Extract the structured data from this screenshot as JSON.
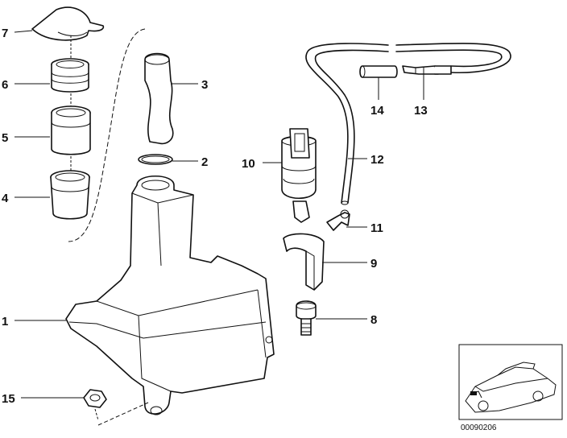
{
  "diagram": {
    "reference_number": "00090206",
    "callouts": [
      "1",
      "2",
      "3",
      "4",
      "5",
      "6",
      "7",
      "8",
      "9",
      "10",
      "11",
      "12",
      "13",
      "14",
      "15"
    ]
  }
}
